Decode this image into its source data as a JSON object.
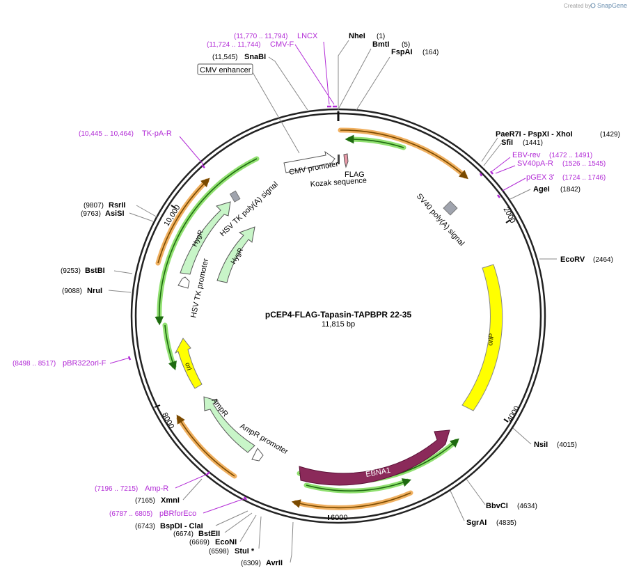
{
  "credit": {
    "created_by": "Created by",
    "brand": "SnapGene"
  },
  "plasmid": {
    "name": "pCEP4-FLAG-Tapasin-TAPBPR 22-35",
    "size": "11,815 bp"
  },
  "enzymes": [
    {
      "name": "NheI",
      "pos": "(1)"
    },
    {
      "name": "BmtI",
      "pos": "(5)"
    },
    {
      "name": "FspAI",
      "pos": "(164)"
    },
    {
      "name": "SnaBI",
      "pos": "(11,545)"
    },
    {
      "name": "PaeR7I  - PspXI  - XhoI",
      "pos": "(1429)"
    },
    {
      "name": "SfiI",
      "pos": "(1441)"
    },
    {
      "name": "AgeI",
      "pos": "(1842)"
    },
    {
      "name": "EcoRV",
      "pos": "(2464)"
    },
    {
      "name": "NsiI",
      "pos": "(4015)"
    },
    {
      "name": "BbvCI",
      "pos": "(4634)"
    },
    {
      "name": "SgrAI",
      "pos": "(4835)"
    },
    {
      "name": "AvrII",
      "pos": "(6309)"
    },
    {
      "name": "StuI *",
      "pos": "(6598)"
    },
    {
      "name": "EcoNI",
      "pos": "(6669)"
    },
    {
      "name": "BstEII",
      "pos": "(6674)"
    },
    {
      "name": "BspDI  - ClaI",
      "pos": "(6743)"
    },
    {
      "name": "XmnI",
      "pos": "(7165)"
    },
    {
      "name": "NruI",
      "pos": "(9088)"
    },
    {
      "name": "BstBI",
      "pos": "(9253)"
    },
    {
      "name": "AsiSI",
      "pos": "(9763)"
    },
    {
      "name": "RsrII",
      "pos": "(9807)"
    }
  ],
  "primers": [
    {
      "name": "LNCX",
      "pos": "(11,770 .. 11,794)"
    },
    {
      "name": "CMV-F",
      "pos": "(11,724 .. 11,744)"
    },
    {
      "name": "TK-pA-R",
      "pos": "(10,445 .. 10,464)"
    },
    {
      "name": "EBV-rev",
      "pos": "(1472 .. 1491)"
    },
    {
      "name": "SV40pA-R",
      "pos": "(1526 .. 1545)"
    },
    {
      "name": "pGEX 3'",
      "pos": "(1724 .. 1746)"
    },
    {
      "name": "pBR322ori-F",
      "pos": "(8498 .. 8517)"
    },
    {
      "name": "Amp-R",
      "pos": "(7196 .. 7215)"
    },
    {
      "name": "pBRforEco",
      "pos": "(6787 .. 6805)"
    }
  ],
  "features": {
    "cmv_enhancer": "CMV enhancer",
    "cmv_promoter": "CMV promoter",
    "flag": "FLAG",
    "kozak": "Kozak sequence",
    "sv40": "SV40 poly(A) signal",
    "orip": "oriP",
    "ebna1": "EBNA1",
    "ampr": "AmpR",
    "ampr_promoter": "AmpR promoter",
    "ori": "ori",
    "hygr_outer": "HygR",
    "hygr_inner": "HygR",
    "hsv_tk_promoter": "HSV TK promoter",
    "hsv_tk_polya": "HSV TK poly(A) signal"
  },
  "ticks": [
    "2000",
    "4000",
    "6000",
    "8000",
    "10,000"
  ],
  "colors": {
    "backbone": "#222222",
    "primer": "#b22bd6",
    "orf_orange": "#f0b060",
    "orf_green": "#90e070",
    "hygr_fill": "#c8f5c8",
    "orip_fill": "#ffff00",
    "ebna1_fill": "#8b2a5a",
    "sv40_fill": "#a0a4ae"
  }
}
